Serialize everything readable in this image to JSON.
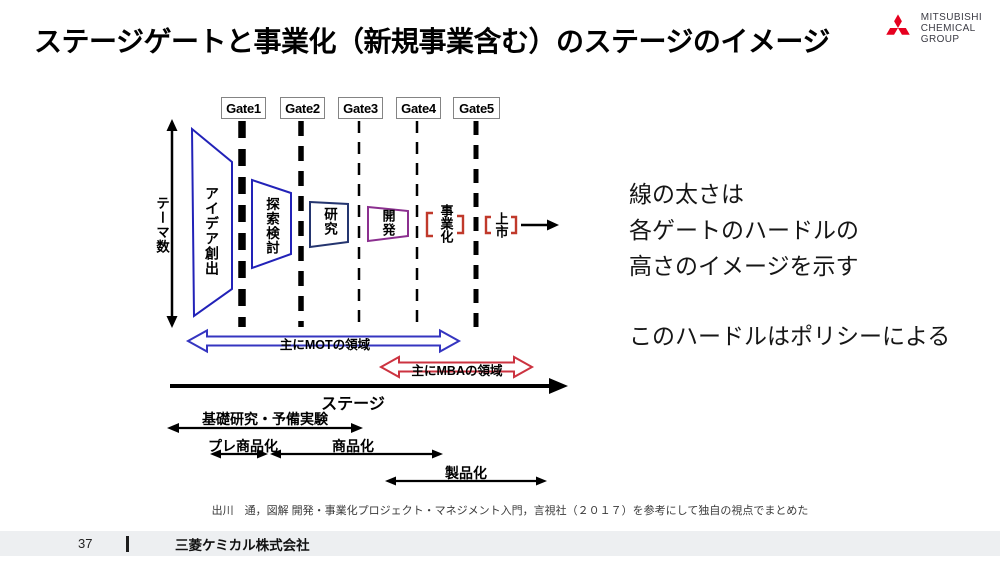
{
  "slide": {
    "title": "ステージゲートと事業化（新規事業含む）のステージのイメージ",
    "logo": {
      "line1": "MITSUBISHI",
      "line2": "CHEMICAL",
      "line3": "GROUP",
      "brand_color": "#e6001f"
    },
    "citation": "出川　通，図解 開発・事業化プロジェクト・マネジメント入門，言視社（２０１７）を参考にして独自の視点でまとめた",
    "footer": {
      "page_number": "37",
      "company": "三菱ケミカル株式会社"
    }
  },
  "diagram": {
    "y_axis_label": "テーマ数",
    "x_axis_label": "ステージ",
    "gates": [
      "Gate1",
      "Gate2",
      "Gate3",
      "Gate4",
      "Gate5"
    ],
    "stages": [
      "アイデア創出",
      "探索検討",
      "研究",
      "開発",
      "事業化",
      "上市"
    ],
    "domains": {
      "mot": "主にMOTの領域",
      "mba": "主にMBAの領域"
    },
    "phases": [
      "基礎研究・予備実験",
      "プレ商品化",
      "商品化",
      "製品化"
    ],
    "colors": {
      "funnel_blue": "#2222b8",
      "research_navy": "#24356f",
      "dev_purple": "#8b2f8f",
      "bracket_red": "#c0392b",
      "mot_blue": "#3535c0",
      "mba_red": "#cc3340"
    }
  },
  "annotation": {
    "lines": [
      "線の太さは",
      "各ゲートのハードルの",
      "高さのイメージを示す",
      "このハードルはポリシーによる"
    ]
  }
}
